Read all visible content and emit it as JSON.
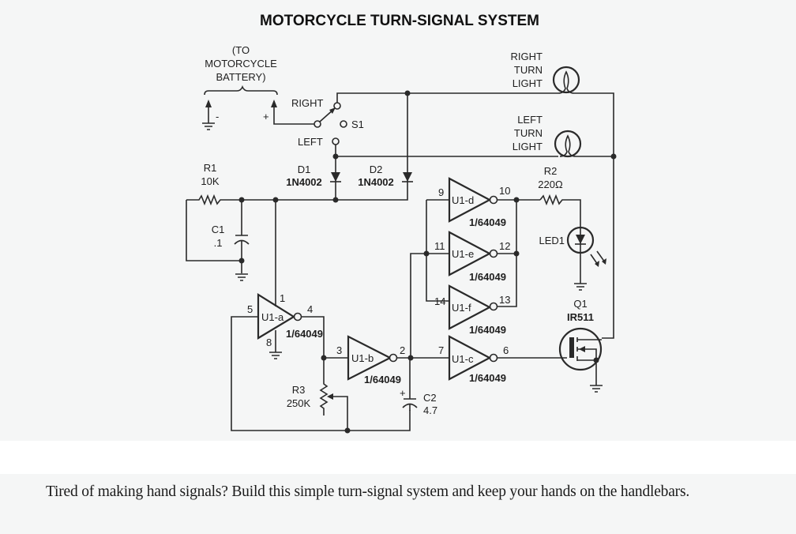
{
  "title": "MOTORCYCLE TURN-SIGNAL SYSTEM",
  "battery": {
    "label_lines": [
      "(TO",
      "MOTORCYCLE",
      "BATTERY)"
    ],
    "negative": "-",
    "positive": "+"
  },
  "switch": {
    "ref": "S1",
    "right_label": "RIGHT",
    "left_label": "LEFT"
  },
  "lights": {
    "right_lines": [
      "RIGHT",
      "TURN",
      "LIGHT"
    ],
    "left_lines": [
      "LEFT",
      "TURN",
      "LIGHT"
    ]
  },
  "components": {
    "R1": {
      "ref": "R1",
      "value": "10K"
    },
    "C1": {
      "ref": "C1",
      "value": ".1"
    },
    "D1": {
      "ref": "D1",
      "value": "1N4002"
    },
    "D2": {
      "ref": "D2",
      "value": "1N4002"
    },
    "R2": {
      "ref": "R2",
      "value": "220Ω"
    },
    "LED1": {
      "ref": "LED1"
    },
    "Q1": {
      "ref": "Q1",
      "value": "IR511"
    },
    "R3": {
      "ref": "R3",
      "value": "250K"
    },
    "C2": {
      "ref": "C2",
      "value": "4.7",
      "polarity": "+"
    }
  },
  "gates": [
    {
      "id": "U1-a",
      "part": "1/64049",
      "in_pin": "5",
      "out_pin": "4",
      "vdd_pin": "1",
      "gnd_pin": "8"
    },
    {
      "id": "U1-b",
      "part": "1/64049",
      "in_pin": "3",
      "out_pin": "2"
    },
    {
      "id": "U1-c",
      "part": "1/64049",
      "in_pin": "7",
      "out_pin": "6"
    },
    {
      "id": "U1-d",
      "part": "1/64049",
      "in_pin": "9",
      "out_pin": "10"
    },
    {
      "id": "U1-e",
      "part": "1/64049",
      "in_pin": "11",
      "out_pin": "12"
    },
    {
      "id": "U1-f",
      "part": "1/64049",
      "in_pin": "14",
      "out_pin": "13"
    }
  ],
  "caption": "Tired of making hand signals? Build this simple turn-signal system and keep your hands on the handlebars."
}
